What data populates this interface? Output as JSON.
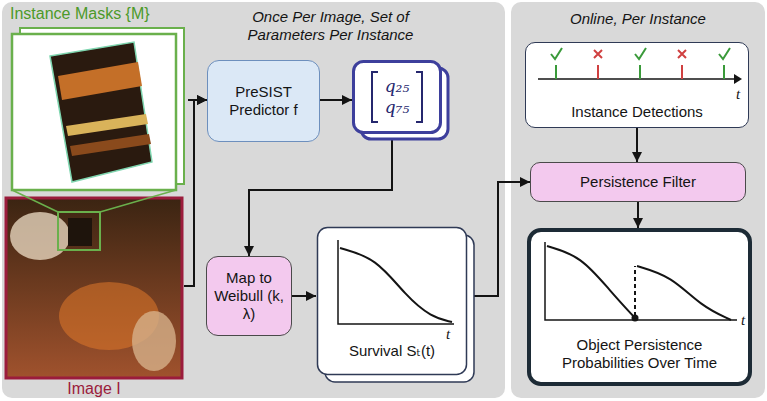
{
  "diagram": {
    "nodes": [
      {
        "text": [
          "Once Per Image, Set of Parameters Per Instance"
        ]
      },
      {
        "text": [
          "Instance Masks {M}"
        ],
        "in": 0
      },
      {
        "text": [
          "Image I"
        ],
        "in": 0
      },
      {
        "text": [
          "PreSIST Predictor f"
        ],
        "in": 0
      },
      {
        "text": [
          "q₂₅",
          "q₇₅"
        ],
        "in": 0
      },
      {
        "text": [
          "Map to Weibull (k, λ)"
        ],
        "in": 0
      },
      {
        "text": [
          "Survival Sₜ(t)"
        ],
        "in": 0
      },
      {
        "text": [
          "Online, Per Instance"
        ]
      },
      {
        "text": [
          "Instance Detections"
        ],
        "in": 7
      },
      {
        "text": [
          "Persistence Filter"
        ],
        "in": 7
      },
      {
        "text": [
          "Object Persistence Probabilities Over Time"
        ],
        "in": 7
      }
    ],
    "edges": [
      {
        "from": 1,
        "to": 3,
        "arrow": "to"
      },
      {
        "from": 2,
        "to": 3,
        "arrow": "to"
      },
      {
        "from": 3,
        "to": 4,
        "arrow": "to"
      },
      {
        "from": 4,
        "to": 5,
        "arrow": "to"
      },
      {
        "from": 5,
        "to": 6,
        "arrow": "to"
      },
      {
        "from": 6,
        "to": 9,
        "arrow": "to"
      },
      {
        "from": 8,
        "to": 9,
        "arrow": "to"
      },
      {
        "from": 9,
        "to": 10,
        "arrow": "to"
      }
    ],
    "labels": [
      "t",
      "t",
      "t"
    ]
  }
}
